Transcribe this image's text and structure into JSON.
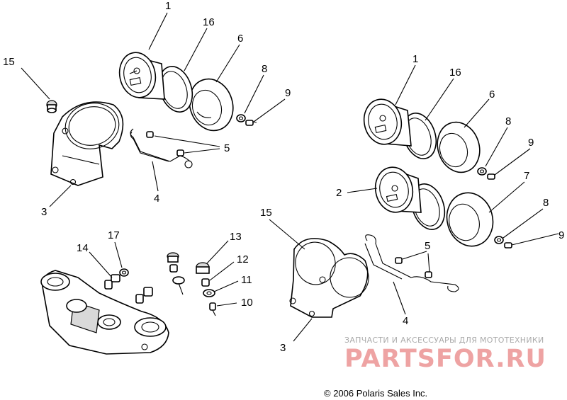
{
  "callouts": [
    {
      "id": "c1a",
      "text": "1"
    },
    {
      "id": "c16a",
      "text": "16"
    },
    {
      "id": "c6a",
      "text": "6"
    },
    {
      "id": "c15a",
      "text": "15"
    },
    {
      "id": "c8a",
      "text": "8"
    },
    {
      "id": "c9a",
      "text": "9"
    },
    {
      "id": "c5a",
      "text": "5"
    },
    {
      "id": "c4a",
      "text": "4"
    },
    {
      "id": "c3a",
      "text": "3"
    },
    {
      "id": "c1b",
      "text": "1"
    },
    {
      "id": "c16b",
      "text": "16"
    },
    {
      "id": "c6b",
      "text": "6"
    },
    {
      "id": "c8b",
      "text": "8"
    },
    {
      "id": "c9b",
      "text": "9"
    },
    {
      "id": "c2",
      "text": "2"
    },
    {
      "id": "c7",
      "text": "7"
    },
    {
      "id": "c8c",
      "text": "8"
    },
    {
      "id": "c9c",
      "text": "9"
    },
    {
      "id": "c15b",
      "text": "15"
    },
    {
      "id": "c5b",
      "text": "5"
    },
    {
      "id": "c4b",
      "text": "4"
    },
    {
      "id": "c3b",
      "text": "3"
    },
    {
      "id": "c17",
      "text": "17"
    },
    {
      "id": "c14",
      "text": "14"
    },
    {
      "id": "c13",
      "text": "13"
    },
    {
      "id": "c12",
      "text": "12"
    },
    {
      "id": "c11",
      "text": "11"
    },
    {
      "id": "c10",
      "text": "10"
    }
  ],
  "watermark": {
    "tagline": "ЗАПЧАСТИ И АКСЕССУАРЫ ДЛЯ МОТОТЕХНИКИ",
    "brand": "PARTSFOR.RU",
    "color": "#eea3a3"
  },
  "copyright": "© 2006 Polaris Sales Inc."
}
